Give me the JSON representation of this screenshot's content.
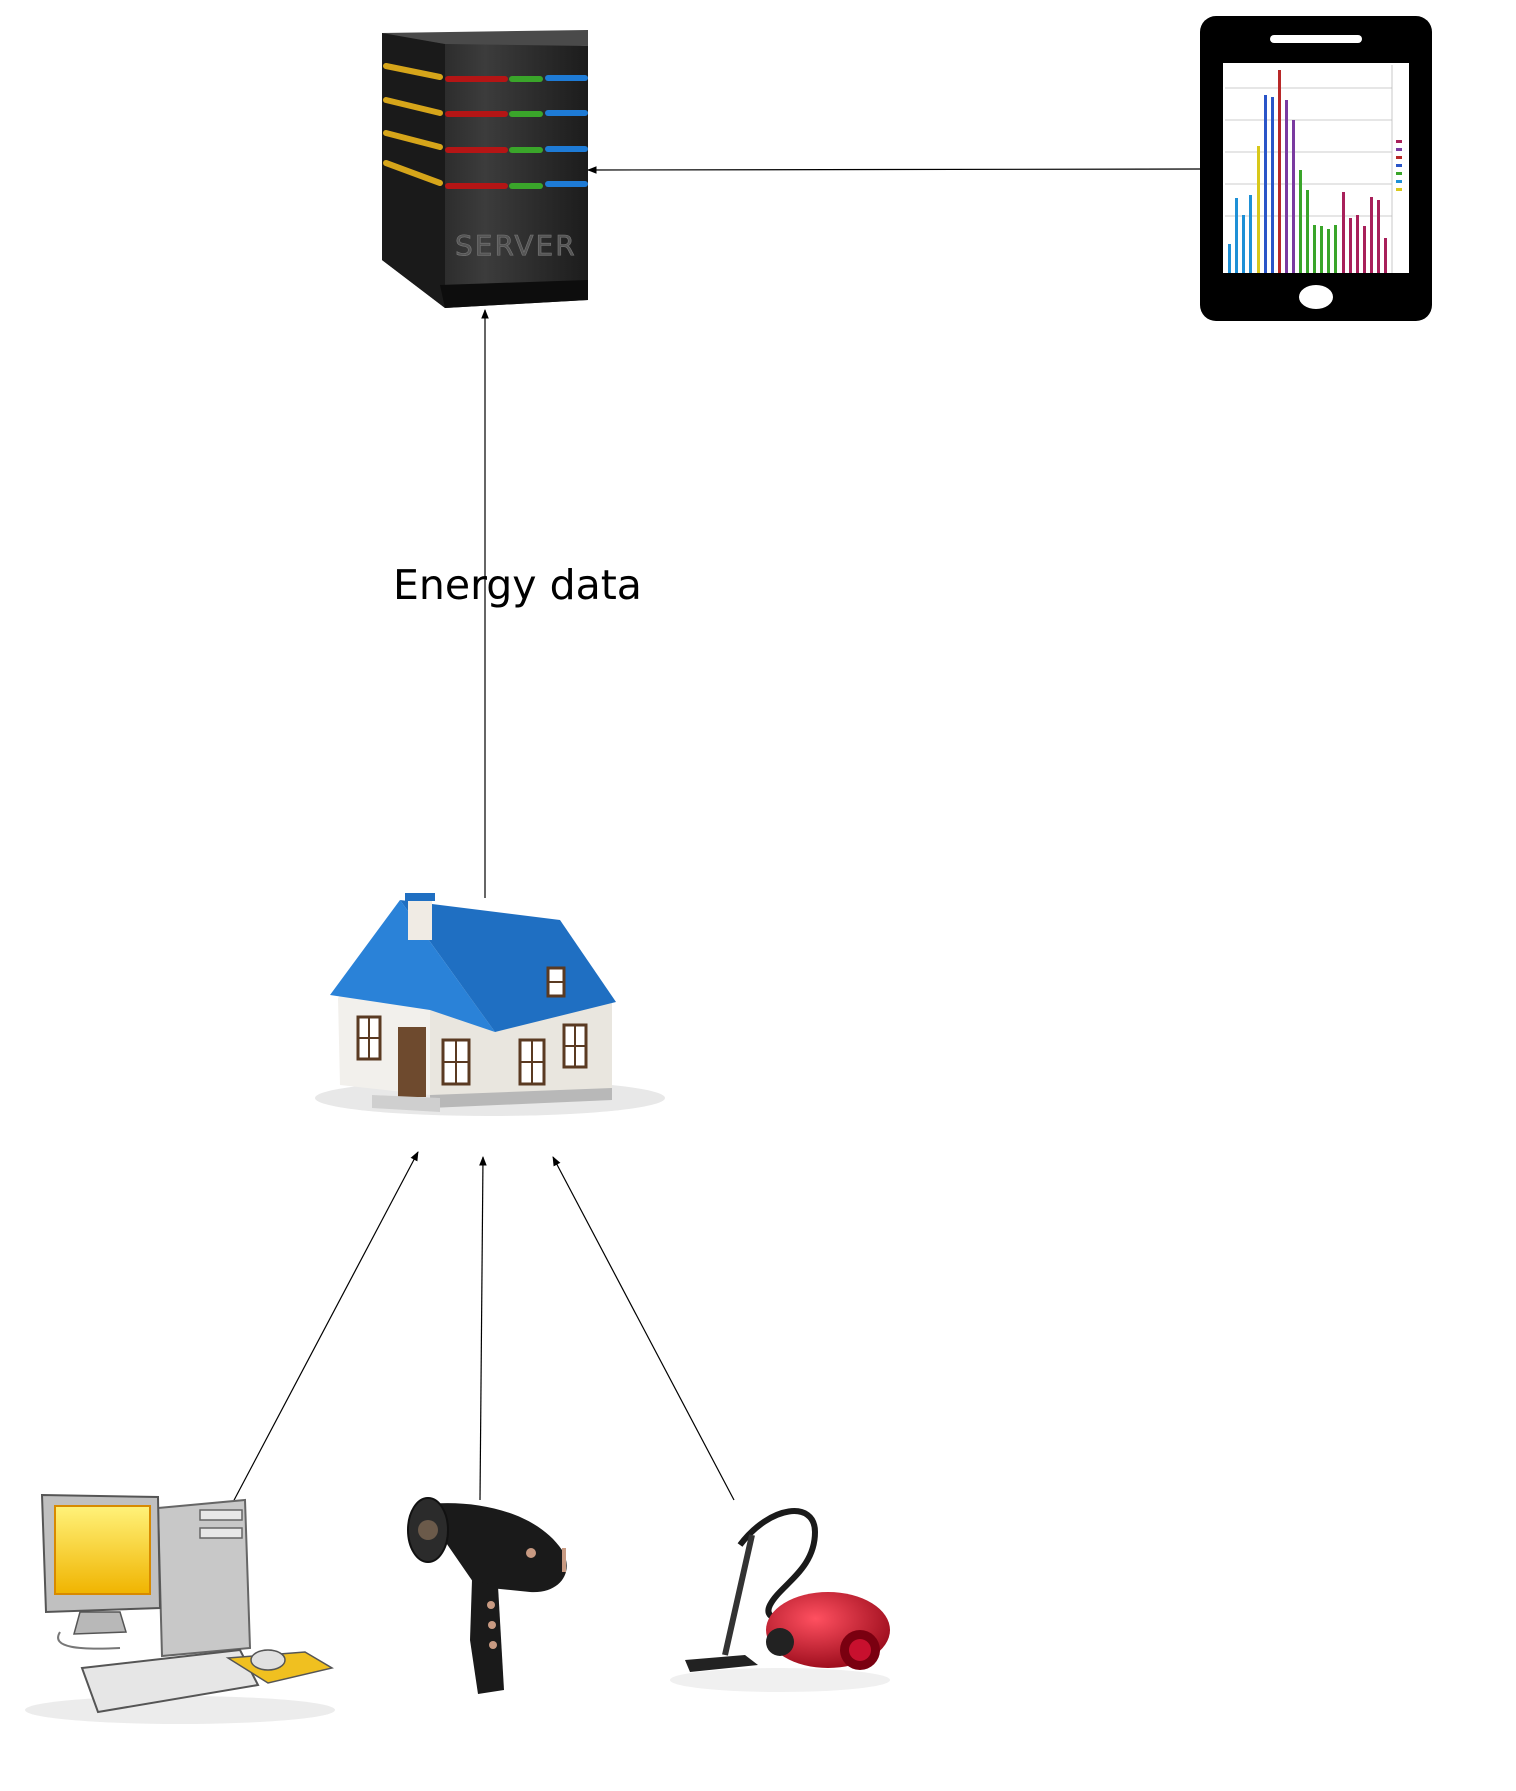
{
  "diagram": {
    "edge_label": "Energy data",
    "server_text": "SERVER",
    "nodes": [
      {
        "id": "server",
        "icon": "server-icon"
      },
      {
        "id": "phone",
        "icon": "smartphone-chart-icon"
      },
      {
        "id": "house",
        "icon": "house-icon"
      },
      {
        "id": "computer",
        "icon": "desktop-computer-icon"
      },
      {
        "id": "hairdryer",
        "icon": "hair-dryer-icon"
      },
      {
        "id": "vacuum",
        "icon": "vacuum-cleaner-icon"
      }
    ],
    "edges": [
      {
        "from": "phone",
        "to": "server"
      },
      {
        "from": "house",
        "to": "server",
        "label": "Energy data"
      },
      {
        "from": "computer",
        "to": "house"
      },
      {
        "from": "hairdryer",
        "to": "house"
      },
      {
        "from": "vacuum",
        "to": "house"
      }
    ],
    "colors": {
      "roof": "#1f6fc2",
      "server_body": "#2a2a2a",
      "vacuum": "#c8102e",
      "monitor_screen": "#f7d21a",
      "phone": "#000000"
    }
  }
}
